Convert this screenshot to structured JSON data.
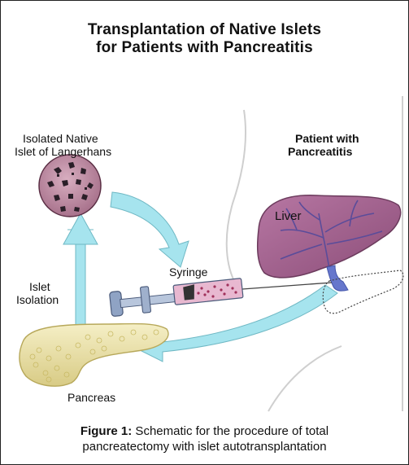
{
  "title": {
    "line1": "Transplantation of Native Islets",
    "line2": "for Patients with Pancreatitis"
  },
  "labels": {
    "isolated_native_line1": "Isolated Native",
    "isolated_native_line2": "Islet of Langerhans",
    "patient_line1": "Patient with",
    "patient_line2": "Pancreatitis",
    "liver": "Liver",
    "syringe": "Syringe",
    "islet_isolation_line1": "Islet",
    "islet_isolation_line2": "Isolation",
    "pancreas": "Pancreas"
  },
  "caption": {
    "prefix": "Figure 1:",
    "line1_rest": " Schematic for the procedure of total",
    "line2": "pancreatectomy with islet autotransplantation"
  },
  "colors": {
    "arrow": "#9fe0ea",
    "liver": "#9a5a86",
    "pancreas": "#ece3a8",
    "islet": "#b4849a",
    "portal_vein": "#6677cc"
  }
}
